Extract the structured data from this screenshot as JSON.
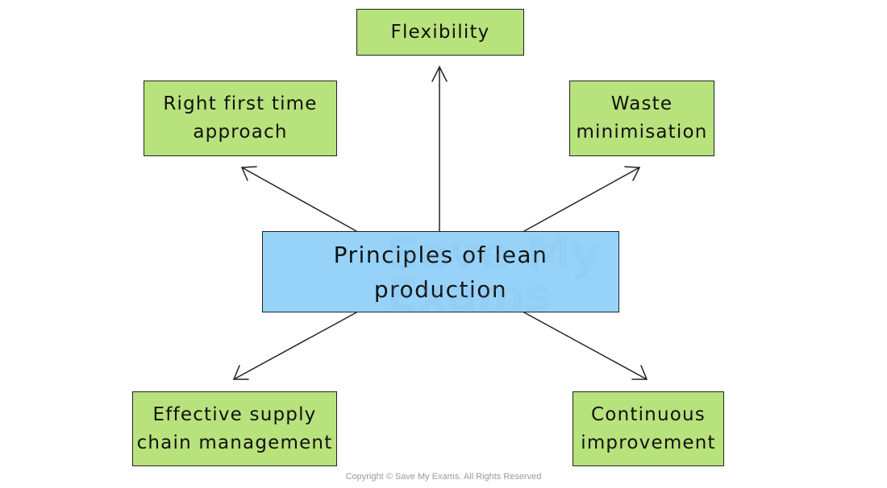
{
  "diagram": {
    "center": {
      "line1": "Principles of lean",
      "line2": "production"
    },
    "nodes": [
      {
        "id": "flexibility",
        "line1": "Flexibility",
        "line2": ""
      },
      {
        "id": "right-first-time",
        "line1": "Right first time",
        "line2": "approach"
      },
      {
        "id": "waste-minimisation",
        "line1": "Waste",
        "line2": "minimisation"
      },
      {
        "id": "supply-chain",
        "line1": "Effective supply",
        "line2": "chain management"
      },
      {
        "id": "continuous-improvement",
        "line1": "Continuous",
        "line2": "improvement"
      }
    ],
    "edges": [
      {
        "from": "center",
        "to": "flexibility"
      },
      {
        "from": "center",
        "to": "right-first-time"
      },
      {
        "from": "center",
        "to": "waste-minimisation"
      },
      {
        "from": "center",
        "to": "supply-chain"
      },
      {
        "from": "center",
        "to": "continuous-improvement"
      }
    ]
  },
  "watermark": {
    "line1": "Save My",
    "line2": "Exams"
  },
  "footer": {
    "copyright": "Copyright © Save My Exams. All Rights Reserved"
  },
  "colors": {
    "node_fill": "#b8e27c",
    "center_fill": "#97d3f9",
    "stroke": "#222222"
  }
}
